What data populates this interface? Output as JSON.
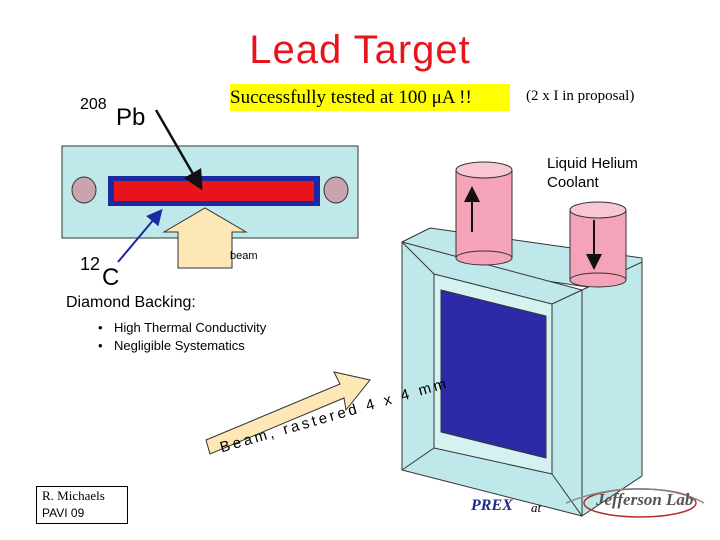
{
  "title": "Lead  Target",
  "tested_banner": {
    "text": "Successfully  tested at  100  μA !!",
    "highlight_color": "#ffff00"
  },
  "proposal_note": "(2 x   I  in proposal)",
  "lead_isotope": {
    "mass": "208",
    "symbol": "Pb"
  },
  "carbon_isotope": {
    "mass": "12",
    "symbol": "C"
  },
  "coolant_label": [
    "Liquid  Helium",
    "Coolant"
  ],
  "beam_label": "beam",
  "diamond_heading": "Diamond  Backing:",
  "diamond_bullets": [
    "High  Thermal  Conductivity",
    "Negligible  Systematics"
  ],
  "raster_note": "Beam,  rastered 4 x 4 mm",
  "author": {
    "name": "R.  Michaels",
    "event": "PAVI  09"
  },
  "footer": {
    "experiment": "PREX",
    "at": "at",
    "lab_logo": "Jefferson Lab"
  },
  "colors": {
    "title": "#e8141b",
    "panel": "#bfe8ea",
    "lead_strip": "#e8141b",
    "lead_border": "#1a2aa0",
    "target_window": "#2d2aa8",
    "coolant_tube": "#f4a3b8",
    "arrow_fill": "#fde7b4"
  },
  "icons": [
    "down-arrow-icon",
    "up-arrow-icon",
    "pointer-arrow-icon",
    "raster-arrow-icon",
    "jefferson-lab-logo"
  ]
}
